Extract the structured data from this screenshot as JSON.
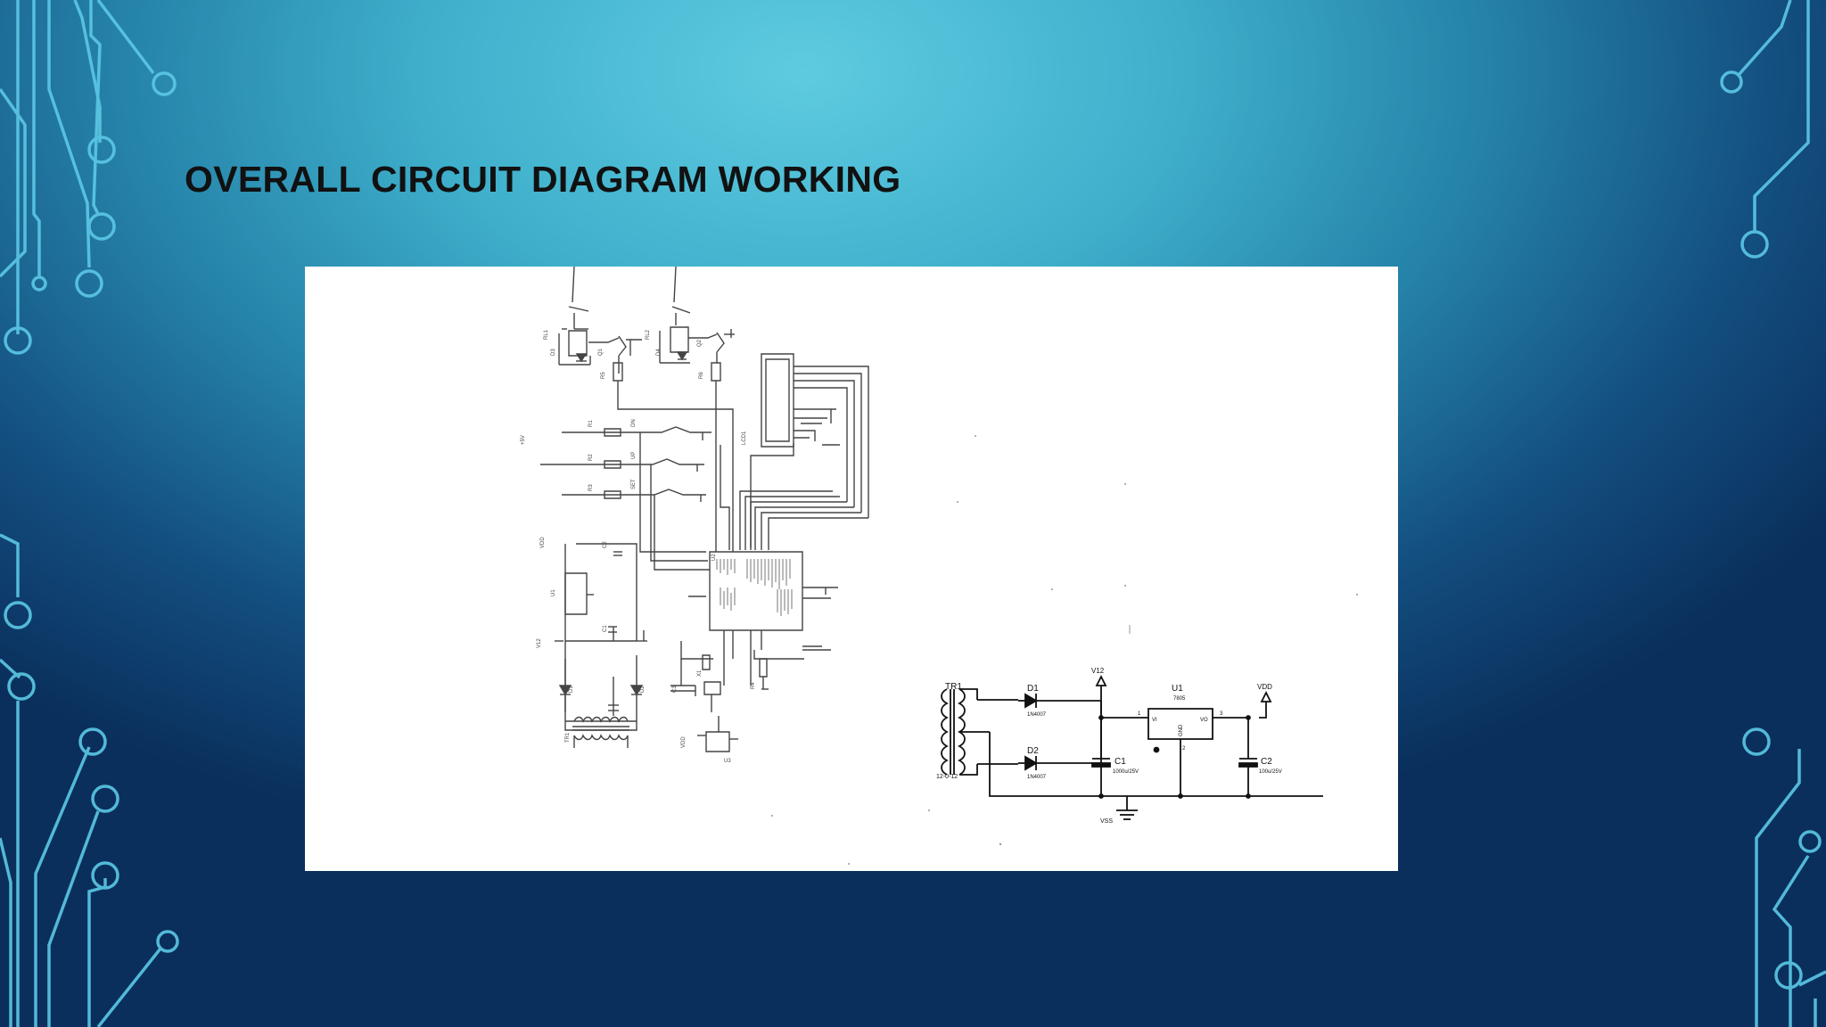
{
  "slide": {
    "title": "OVERALL CIRCUIT DIAGRAM WORKING"
  },
  "diagram": {
    "power_supply": {
      "transformer_label": "TR1",
      "transformer_rating": "12-0-12",
      "d1_label": "D1",
      "d1_part": "1N4007",
      "d2_label": "D2",
      "d2_part": "1N4007",
      "v12_label": "V12",
      "regulator_label": "U1",
      "regulator_part": "7805",
      "pin_in": "1",
      "pin_out": "3",
      "pin_vi": "VI",
      "pin_vo": "VO",
      "pin_gnd": "GND",
      "pin_2": "2",
      "vdd_label": "VDD",
      "c1_label": "C1",
      "c1_value": "1000u/25V",
      "c2_label": "C2",
      "c2_value": "100u/25V",
      "vss_label": "VSS"
    }
  }
}
